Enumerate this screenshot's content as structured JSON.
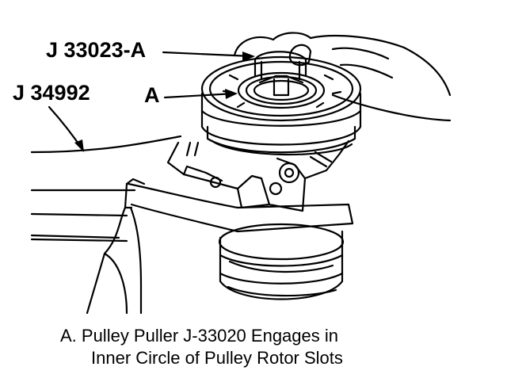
{
  "callouts": {
    "j33023a": "J 33023-A",
    "j34992": "J 34992",
    "a": "A"
  },
  "caption": {
    "line1": "A.  Pulley Puller J-33020 Engages in",
    "line2": "Inner Circle of Pulley Rotor Slots"
  }
}
